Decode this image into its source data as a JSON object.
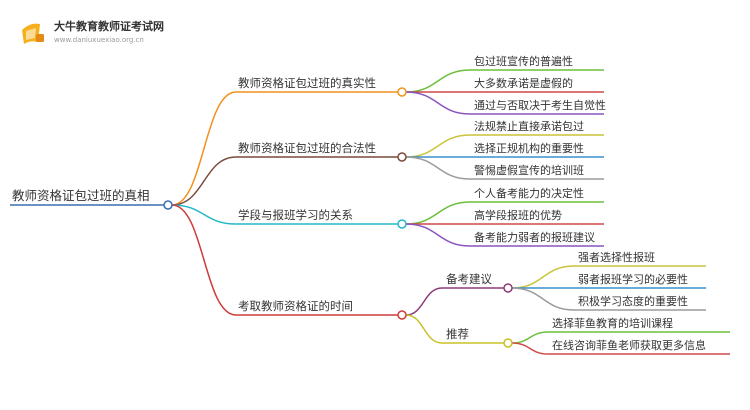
{
  "brand": {
    "name": "大牛教育教师证考试网",
    "url": "www.daniuxuexiao.org.cn"
  },
  "mindmap": {
    "root": "教师资格证包过班的真相",
    "branches": [
      {
        "label": "教师资格证包过班的真实性",
        "color": "#f0921e",
        "children": [
          "包过班宣传的普遍性",
          "大多数承诺是虚假的",
          "通过与否取决于考生自觉性"
        ]
      },
      {
        "label": "教师资格证包过班的合法性",
        "color": "#7a4a3a",
        "children": [
          "法规禁止直接承诺包过",
          "选择正规机构的重要性",
          "警惕虚假宣传的培训班"
        ]
      },
      {
        "label": "学段与报班学习的关系",
        "color": "#22b8c8",
        "children": [
          "个人备考能力的决定性",
          "高学段报班的优势",
          "备考能力弱者的报班建议"
        ]
      },
      {
        "label": "考取教师资格证的时间",
        "color": "#cf3b3b",
        "children": [
          {
            "label": "备考建议",
            "color": "#8e3a7a",
            "children": [
              "强者选择性报班",
              "弱者报班学习的必要性",
              "积极学习态度的重要性"
            ]
          },
          {
            "label": "推荐",
            "color": "#c8c026",
            "children": [
              "选择菲鱼教育的培训课程",
              "在线咨询菲鱼老师获取更多信息"
            ]
          }
        ]
      }
    ],
    "leaf_colors": [
      "#6bbf3a",
      "#d04a4a",
      "#8a55c0",
      "#c9c43a",
      "#3a8fd0",
      "#9b9b9b"
    ]
  }
}
